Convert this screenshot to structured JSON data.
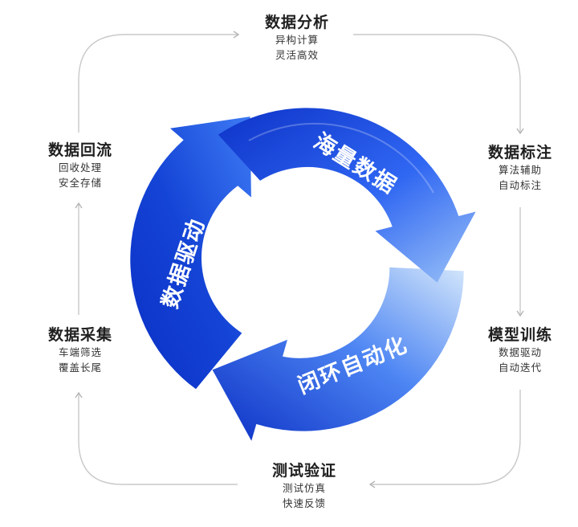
{
  "ring": {
    "top_label": "海量数据",
    "left_label": "数据驱动",
    "bottom_label": "闭环自动化",
    "colors": {
      "dark": "#0b2fc4",
      "mid": "#2b5cf0",
      "light": "#cfe3fb"
    }
  },
  "nodes": {
    "analysis": {
      "title": "数据分析",
      "line1": "异构计算",
      "line2": "灵活高效"
    },
    "labeling": {
      "title": "数据标注",
      "line1": "算法辅助",
      "line2": "自动标注"
    },
    "training": {
      "title": "模型训练",
      "line1": "数据驱动",
      "line2": "自动迭代"
    },
    "testing": {
      "title": "测试验证",
      "line1": "测试仿真",
      "line2": "快速反馈"
    },
    "collection": {
      "title": "数据采集",
      "line1": "车端筛选",
      "line2": "覆盖长尾"
    },
    "backflow": {
      "title": "数据回流",
      "line1": "回收处理",
      "line2": "安全存储"
    }
  }
}
